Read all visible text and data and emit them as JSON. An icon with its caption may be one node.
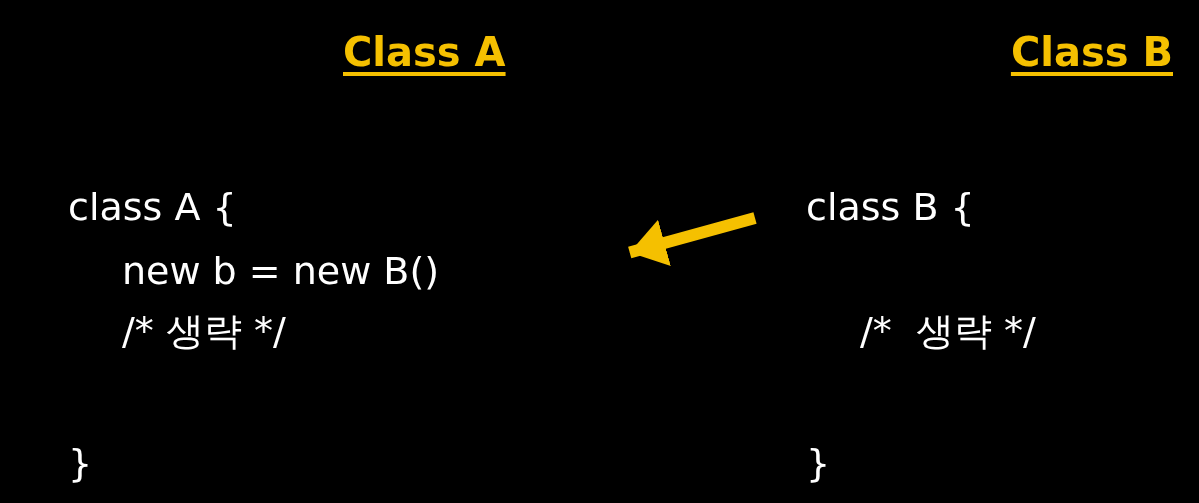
{
  "diagram": {
    "nodes": [
      {
        "text": [
          "Class A",
          "class A {",
          "new b = new B()",
          "/* 생략 */",
          "}"
        ]
      },
      {
        "text": [
          "Class B",
          "class B {",
          "/*  생략 */",
          "}"
        ]
      }
    ],
    "edges": [
      {
        "from": 1,
        "to": 0,
        "arrow": "to"
      }
    ]
  }
}
